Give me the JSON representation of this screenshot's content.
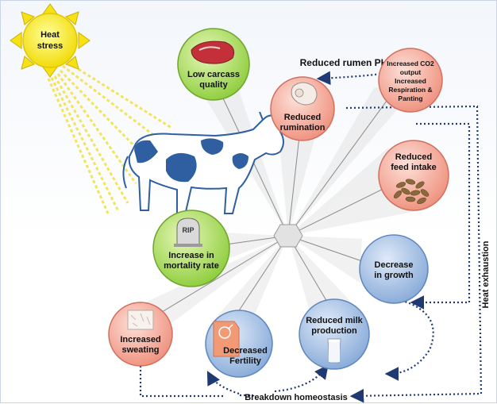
{
  "sun": {
    "line1": "Heat",
    "line2": "stress",
    "color": "#f7e016"
  },
  "edges": {
    "top": "Reduced rumen PH",
    "right": "Heat exhaustion",
    "bottom": "Breakdown homeostasis"
  },
  "nodes": {
    "carcass": {
      "line1": "Low carcass",
      "line2": "quality",
      "color": "#a6dc55",
      "icon": "meat-icon"
    },
    "rumination": {
      "line1": "Reduced",
      "line2": "rumination",
      "color": "#f2a090",
      "icon": "stomach-icon"
    },
    "co2": {
      "line1": "Increased CO2",
      "line2": "output",
      "line3": "Increased",
      "line4": "Respiration &",
      "line5": "Panting",
      "color": "#f2a090"
    },
    "feed": {
      "line1": "Reduced",
      "line2": "feed intake",
      "color": "#f2a090",
      "icon": "feed-pellets-icon"
    },
    "mortality": {
      "line1": "Increase in",
      "line2": "mortality rate",
      "color": "#a6dc55",
      "icon": "tombstone-icon",
      "icon_text": "RIP"
    },
    "growth": {
      "line1": "Decrease",
      "line2": "in growth",
      "color": "#9ab8e0"
    },
    "milk": {
      "line1": "Reduced milk",
      "line2": "production",
      "color": "#9ab8e0",
      "icon": "milk-glass-icon"
    },
    "fertility": {
      "line1": "Decreased",
      "line2": "Fertility",
      "color": "#9ab8e0",
      "icon": "fertility-icon"
    },
    "sweating": {
      "line1": "Increased",
      "line2": "sweating",
      "color": "#f2a090",
      "icon": "skin-icon"
    }
  },
  "colors": {
    "cow_spots": "#2f5fa0",
    "arrows": "#1f3a73",
    "hub": "#dcdcdc"
  }
}
